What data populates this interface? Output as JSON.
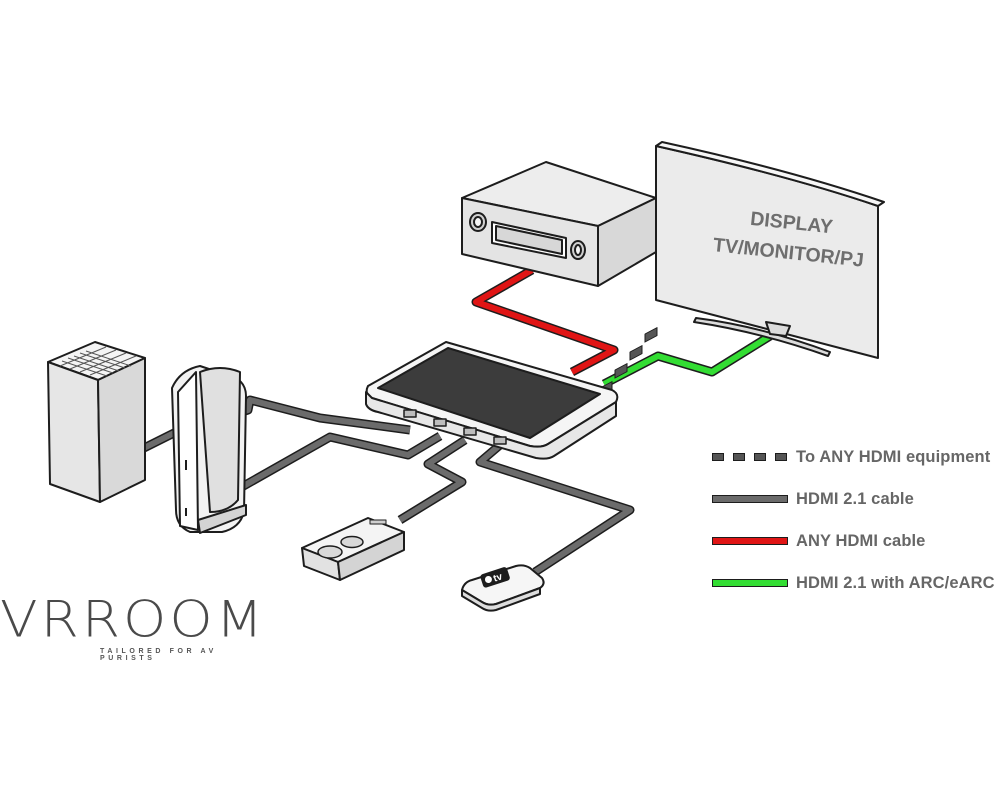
{
  "display_label": {
    "line1": "DISPLAY",
    "line2": "TV/MONITOR/PJ"
  },
  "appletv_label": "tv",
  "legend": [
    {
      "style": "dashed",
      "color": "#555555",
      "label": "To ANY HDMI equipment"
    },
    {
      "style": "solid",
      "color": "#6b6b6b",
      "label": "HDMI 2.1 cable"
    },
    {
      "style": "solid",
      "color": "#e01515",
      "label": "ANY HDMI cable"
    },
    {
      "style": "solid",
      "color": "#33dd33",
      "label": "HDMI 2.1 with ARC/eARC"
    }
  ],
  "brand": {
    "name": "VRROOM",
    "tagline": "TAILORED FOR AV PURISTS"
  },
  "colors": {
    "hdmi21": "#6b6b6b",
    "any_hdmi": "#e01515",
    "earc": "#33dd33",
    "device_fill": "#ededed",
    "outline": "#1d1d1d"
  }
}
